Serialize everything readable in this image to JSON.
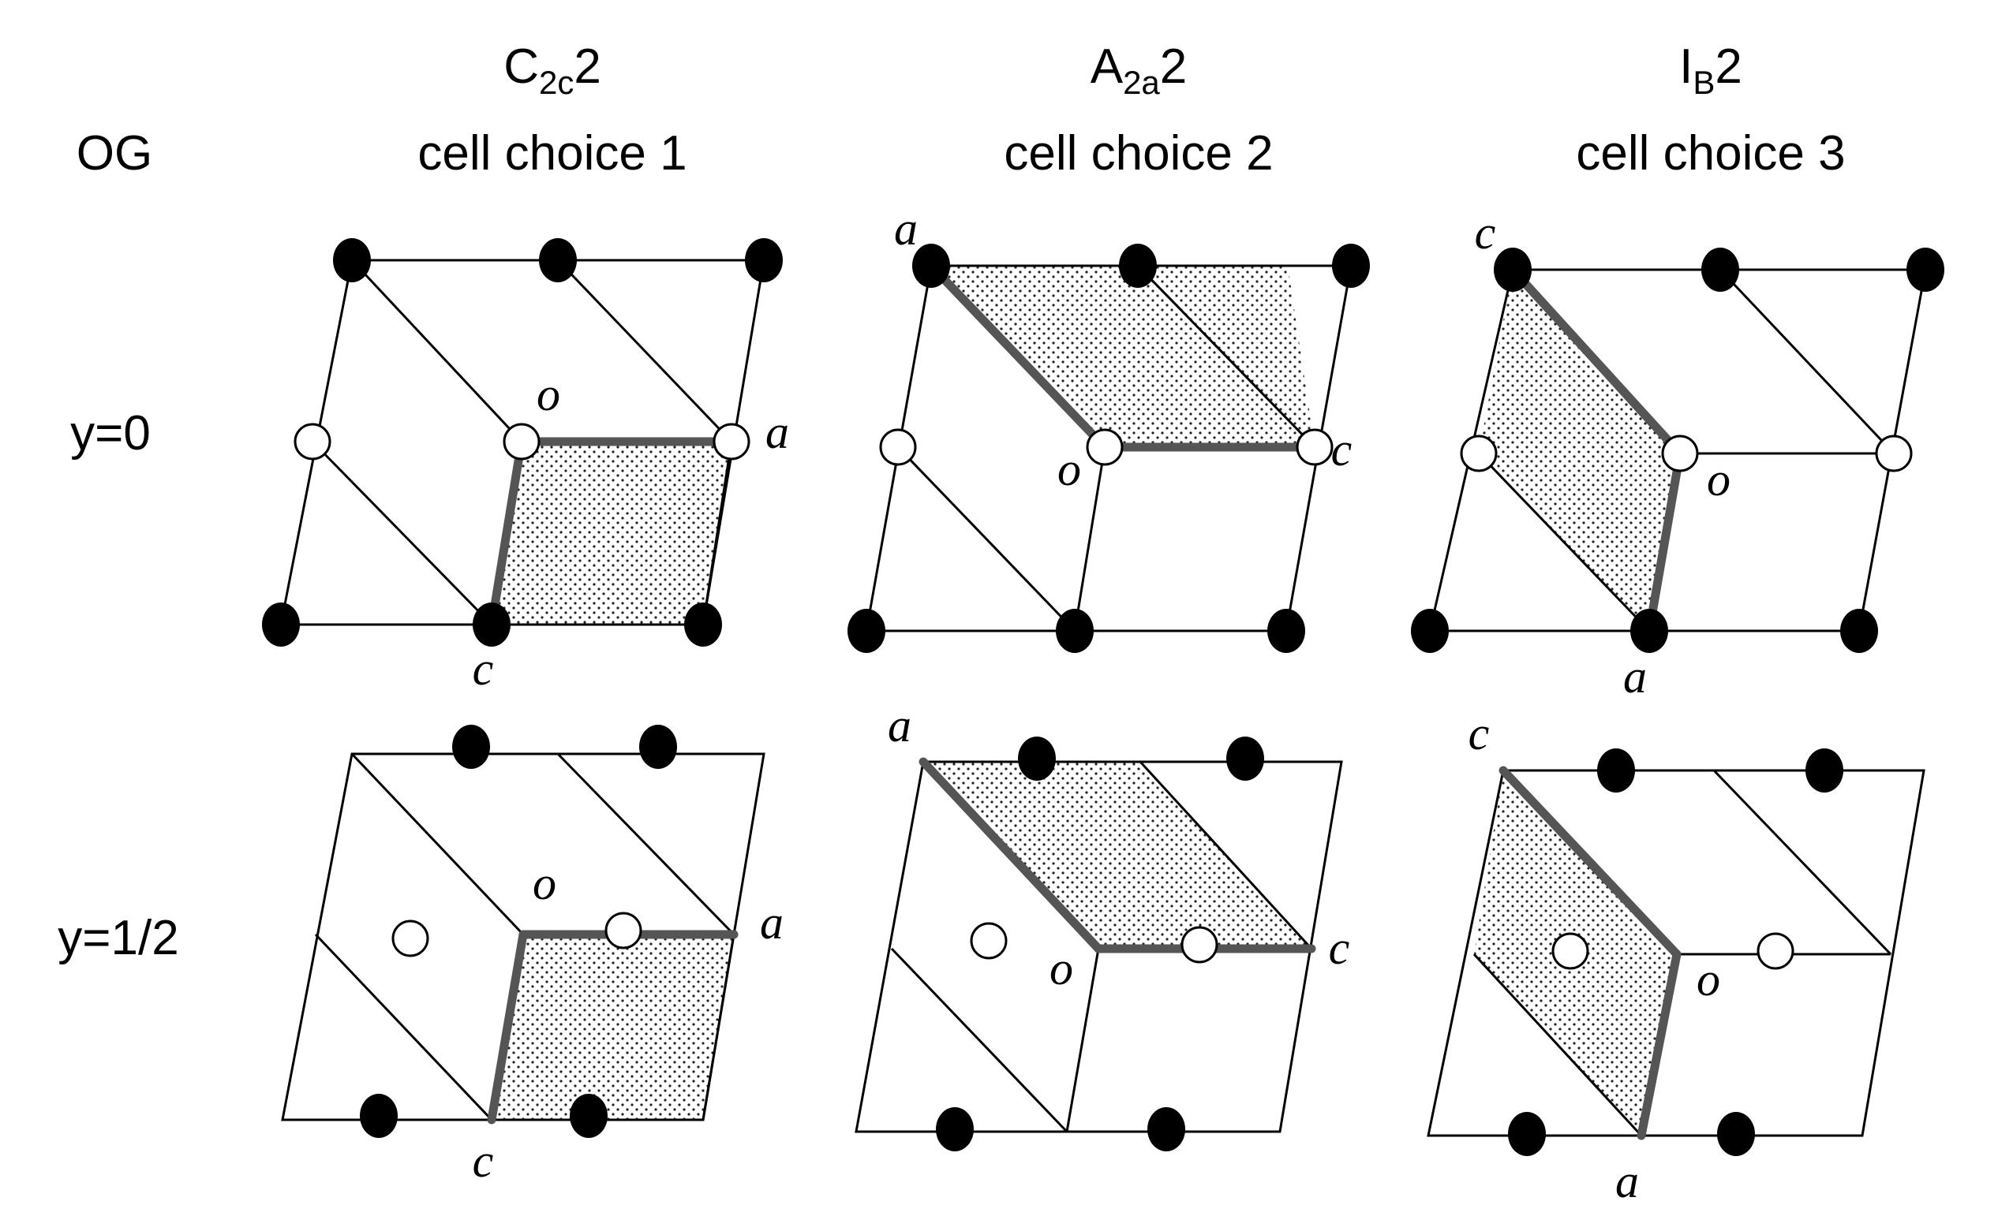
{
  "og_label": "OG",
  "columns": [
    {
      "symbol_main": "C",
      "symbol_sub": "2c",
      "symbol_tail": "2",
      "cell_choice": "cell choice 1"
    },
    {
      "symbol_main": "A",
      "symbol_sub": "2a",
      "symbol_tail": "2",
      "cell_choice": "cell choice 2"
    },
    {
      "symbol_main": "I",
      "symbol_sub": "B",
      "symbol_tail": "2",
      "cell_choice": "cell choice 3"
    }
  ],
  "rows": [
    {
      "label": "y=0"
    },
    {
      "label": "y=1/2"
    }
  ],
  "axis_labels": {
    "origin": "o",
    "panel1": {
      "right": "a",
      "bottom": "c"
    },
    "panel2": {
      "top": "a",
      "right": "c"
    },
    "panel3": {
      "top": "c",
      "bottom": "a"
    }
  }
}
